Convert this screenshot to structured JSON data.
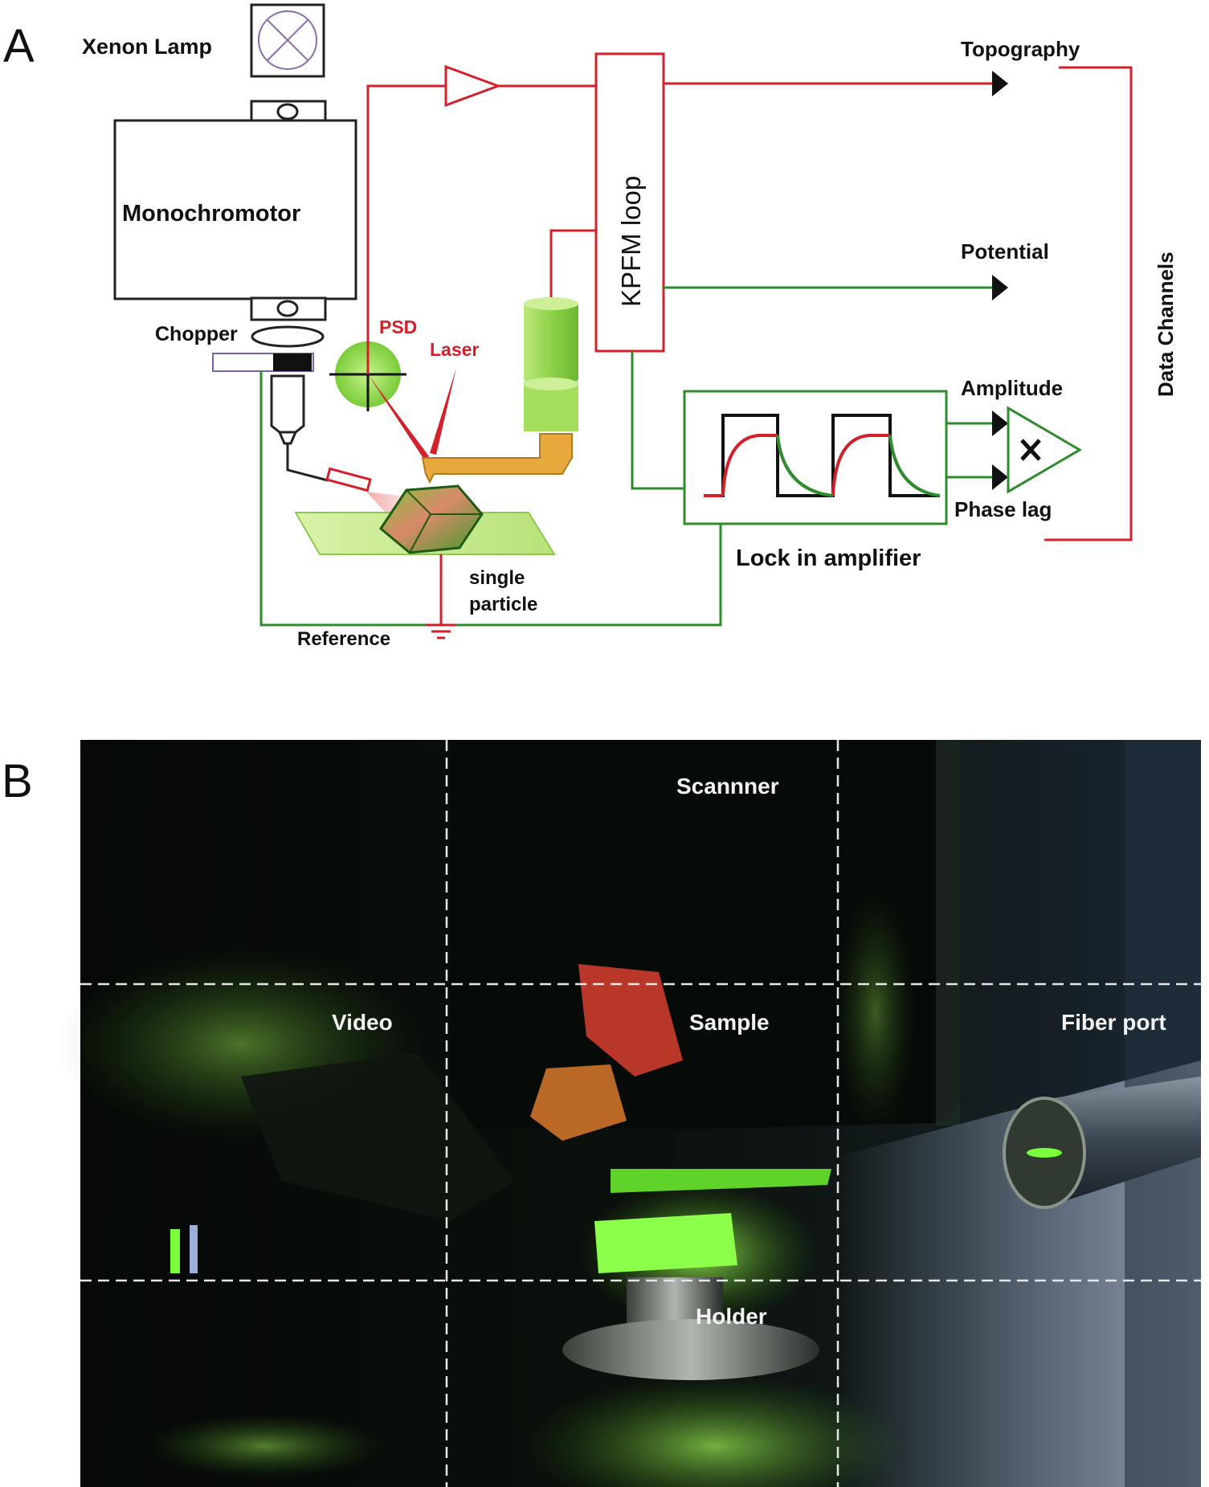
{
  "panel_a": {
    "letter": "A",
    "labels": {
      "xenon_lamp": "Xenon Lamp",
      "monochromator": "Monochromotor",
      "chopper": "Chopper",
      "psd": "PSD",
      "laser": "Laser",
      "kpfm_loop": "KPFM loop",
      "topography": "Topography",
      "potential": "Potential",
      "amplitude": "Amplitude",
      "phase_lag": "Phase lag",
      "lock_in_amplifier": "Lock in amplifier",
      "data_channels": "Data Channels",
      "single": "single",
      "particle": "particle",
      "reference": "Reference"
    },
    "colors": {
      "red_signal": "#d4202a",
      "green_signal": "#2e8b2e",
      "cantilever": "#e8a93c",
      "light_green": "#a8dc5a"
    }
  },
  "panel_b": {
    "letter": "B",
    "labels": {
      "scanner": "Scannner",
      "video": "Video",
      "sample": "Sample",
      "fiber_port": "Fiber port",
      "holder": "Holder"
    }
  }
}
